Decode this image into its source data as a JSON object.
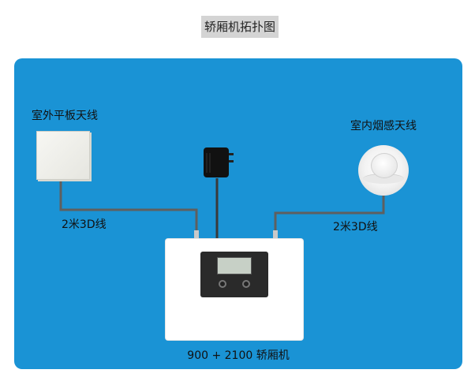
{
  "title": "轿厢机拓扑图",
  "labels": {
    "outdoor_antenna": "室外平板天线",
    "indoor_antenna": "室内烟感天线",
    "cable_left": "2米3D线",
    "cable_right": "2米3D线",
    "device": "900 + 2100 轿厢机"
  },
  "colors": {
    "panel": "#1a93d5",
    "cable": "#5f5f5f"
  }
}
